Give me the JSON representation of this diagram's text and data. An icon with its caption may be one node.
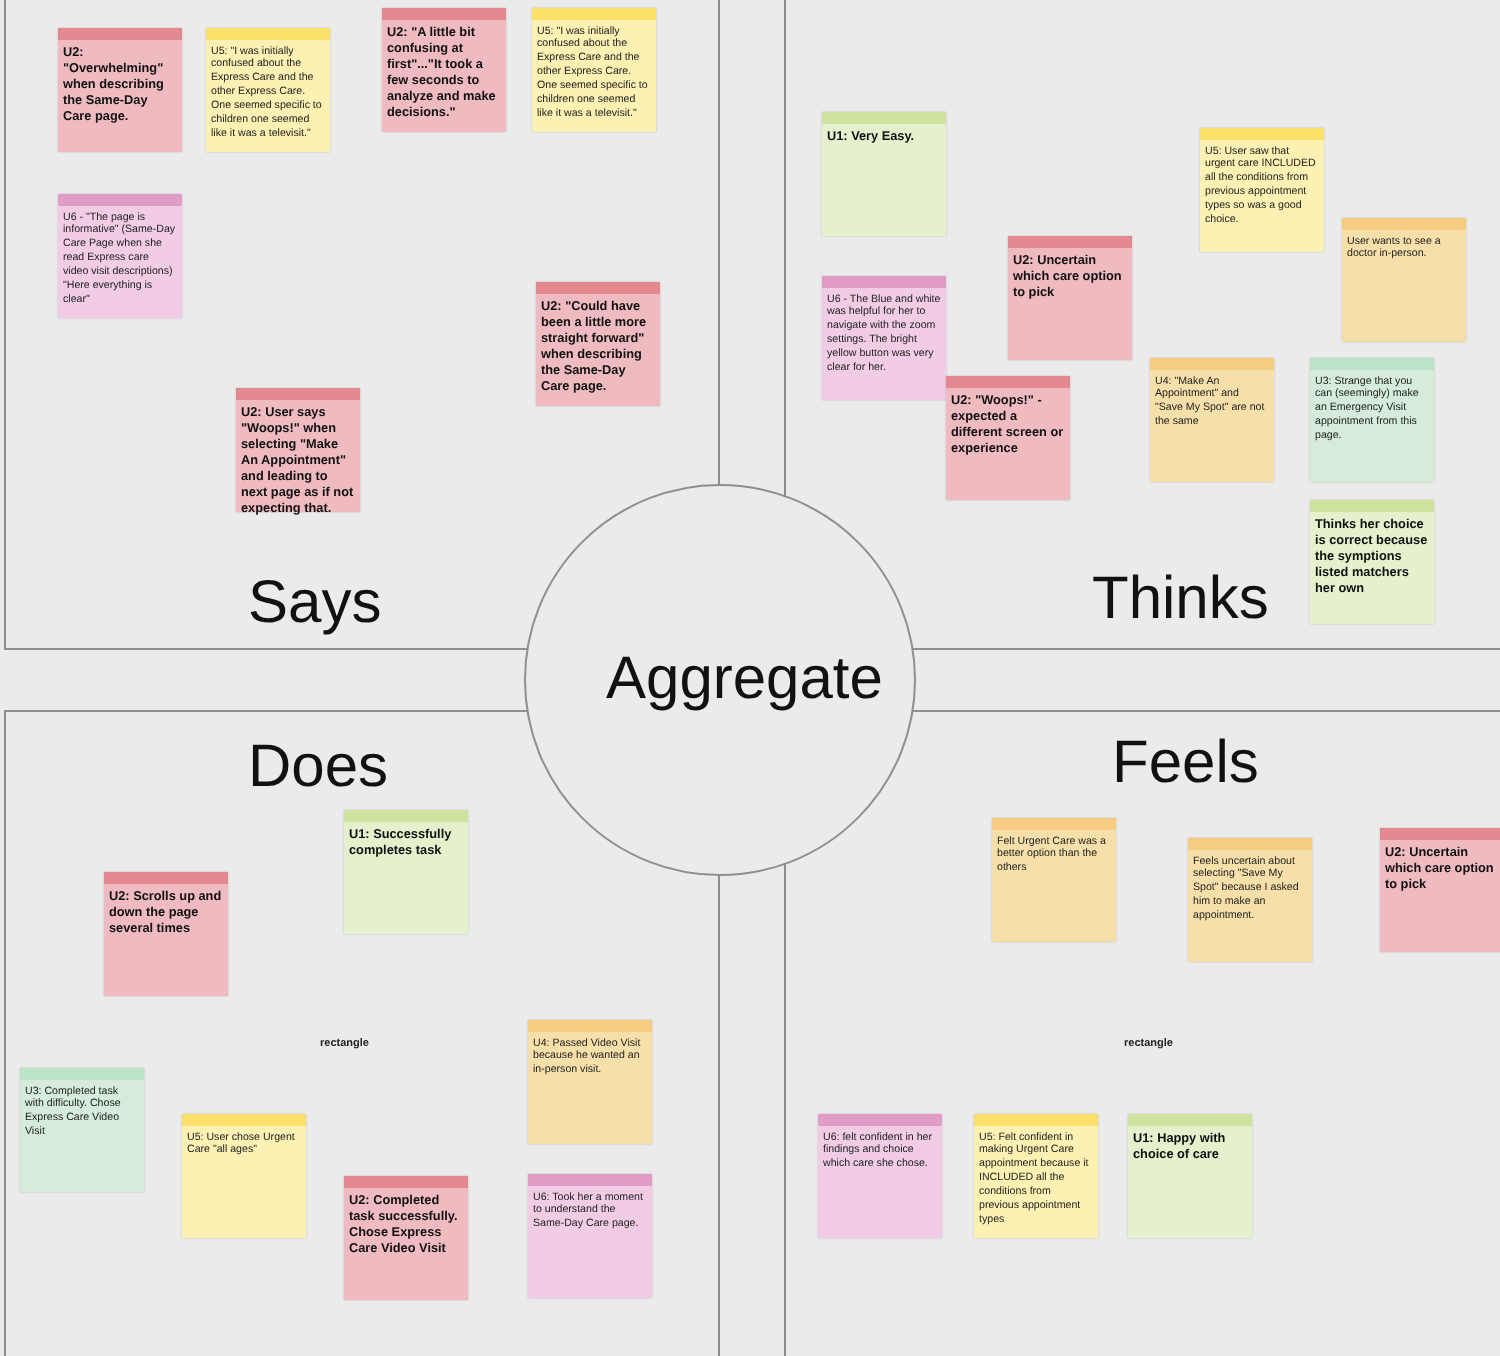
{
  "diagram": {
    "nodes": [
      {
        "text": [
          "Says"
        ]
      },
      {
        "text": [
          "U2: \"Overwhelming\" when describing the Same-Day Care page."
        ],
        "in": 0
      },
      {
        "text": [
          "U5: \"I was initially confused about the Express Care and the other Express Care. One seemed specific to children one seemed like it was a televisit.\""
        ],
        "in": 0
      },
      {
        "text": [
          "U2: \"A little bit confusing at first\"...\"It took a few seconds to analyze and make decisions.\""
        ],
        "in": 0
      },
      {
        "text": [
          "U5: \"I was initially confused about the Express Care and the other Express Care. One seemed specific to children one seemed like it was a televisit.\""
        ],
        "in": 0
      },
      {
        "text": [
          "U6 - \"The page is informative\" (Same-Day Care Page when she read Express care video visit descriptions) \"Here everything is clear\""
        ],
        "in": 0
      },
      {
        "text": [
          "U2: \"Could have been a little more straight forward\" when describing the Same-Day Care page."
        ],
        "in": 0
      },
      {
        "text": [
          "U2: User says \"Woops!\" when selecting \"Make An Appointment\" and leading to next page as if not expecting that."
        ],
        "in": 0
      },
      {
        "text": [
          "Thinks"
        ]
      },
      {
        "text": [
          "U1: Very Easy."
        ],
        "in": 8
      },
      {
        "text": [
          "U5: User saw that urgent care INCLUDED all the conditions from previous appointment types so was a good choice."
        ],
        "in": 8
      },
      {
        "text": [
          "U2: Uncertain which care option to pick"
        ],
        "in": 8
      },
      {
        "text": [
          "User wants to see a doctor in-person."
        ],
        "in": 8
      },
      {
        "text": [
          "U6 - The Blue and white was helpful for her to navigate with the zoom settings. The bright yellow button was very clear for her."
        ],
        "in": 8
      },
      {
        "text": [
          "U2: \"Woops!\" - expected a different screen or experience"
        ],
        "in": 8
      },
      {
        "text": [
          "U4: \"Make An Appointment\" and \"Save My Spot\" are not the same"
        ],
        "in": 8
      },
      {
        "text": [
          "U3: Strange that you can (seemingly) make an Emergency Visit appointment from this page."
        ],
        "in": 8
      },
      {
        "text": [
          "Thinks her choice is correct because the symptions listed matchers her own"
        ],
        "in": 8
      },
      {
        "text": [
          "Does"
        ]
      },
      {
        "text": [
          "U1: Successfully completes task"
        ],
        "in": 18
      },
      {
        "text": [
          "U2: Scrolls up and down the page several times"
        ],
        "in": 18
      },
      {
        "text": [
          "U4: Passed Video Visit because he wanted an in-person visit."
        ],
        "in": 18
      },
      {
        "text": [
          "U3: Completed task with difficulty. Chose Express Care Video Visit"
        ],
        "in": 18
      },
      {
        "text": [
          "U5: User chose Urgent Care \"all ages\""
        ],
        "in": 18
      },
      {
        "text": [
          "U2: Completed task successfully. Chose Express Care Video Visit"
        ],
        "in": 18
      },
      {
        "text": [
          "U6: Took her a moment to understand the Same-Day Care page."
        ],
        "in": 18
      },
      {
        "text": [
          "Feels"
        ]
      },
      {
        "text": [
          "Felt Urgent Care was a better option than the others"
        ],
        "in": 26
      },
      {
        "text": [
          "Feels uncertain about selecting \"Save My Spot\" because I asked him to make an appointment."
        ],
        "in": 26
      },
      {
        "text": [
          "U2: Uncertain which care option to pick"
        ],
        "in": 26
      },
      {
        "text": [
          "U6: felt confident in her findings and choice which care she chose."
        ],
        "in": 26
      },
      {
        "text": [
          "U5: Felt confident in making Urgent Care appointment because it INCLUDED all the conditions from previous appointment types"
        ],
        "in": 26
      },
      {
        "text": [
          "U1: Happy with choice of care"
        ],
        "in": 26
      },
      {
        "text": [
          "Aggregate"
        ]
      }
    ],
    "labels": [
      "rectangle",
      "rectangle"
    ]
  }
}
